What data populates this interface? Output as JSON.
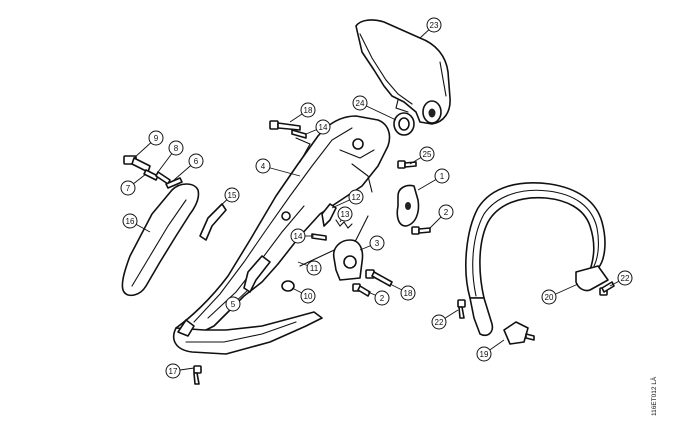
{
  "callouts": [
    "1",
    "2",
    "2",
    "3",
    "4",
    "5",
    "6",
    "7",
    "8",
    "9",
    "10",
    "11",
    "12",
    "13",
    "14",
    "14",
    "15",
    "16",
    "17",
    "18",
    "18",
    "19",
    "20",
    "22",
    "22",
    "23",
    "24",
    "25"
  ],
  "reference_code": "116ET012 LÄ"
}
